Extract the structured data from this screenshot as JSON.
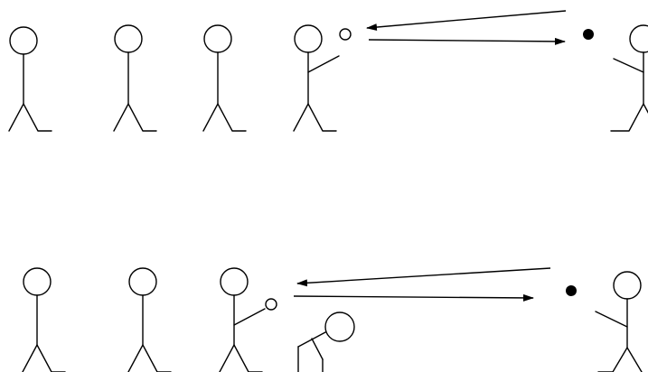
{
  "diagram": {
    "colors": {
      "line": "#000000",
      "background": "#ffffff",
      "ball_open": "#ffffff",
      "ball_filled": "#000000"
    },
    "scenes": [
      {
        "figures": [
          {
            "pose": "standing"
          },
          {
            "pose": "standing"
          },
          {
            "pose": "standing"
          },
          {
            "pose": "throwing-right"
          },
          {
            "pose": "catching-left",
            "cropped": "right-edge"
          }
        ],
        "balls": [
          {
            "fill": "open"
          },
          {
            "fill": "filled"
          }
        ],
        "arrows": [
          {
            "direction": "left"
          },
          {
            "direction": "right"
          }
        ]
      },
      {
        "figures": [
          {
            "pose": "standing"
          },
          {
            "pose": "standing"
          },
          {
            "pose": "throwing-right"
          },
          {
            "pose": "crouching-kneeling",
            "cropped": "bottom-edge"
          },
          {
            "pose": "catching-left",
            "cropped": "right-edge"
          }
        ],
        "balls": [
          {
            "fill": "open"
          },
          {
            "fill": "filled"
          }
        ],
        "arrows": [
          {
            "direction": "left"
          },
          {
            "direction": "right"
          }
        ]
      }
    ]
  }
}
